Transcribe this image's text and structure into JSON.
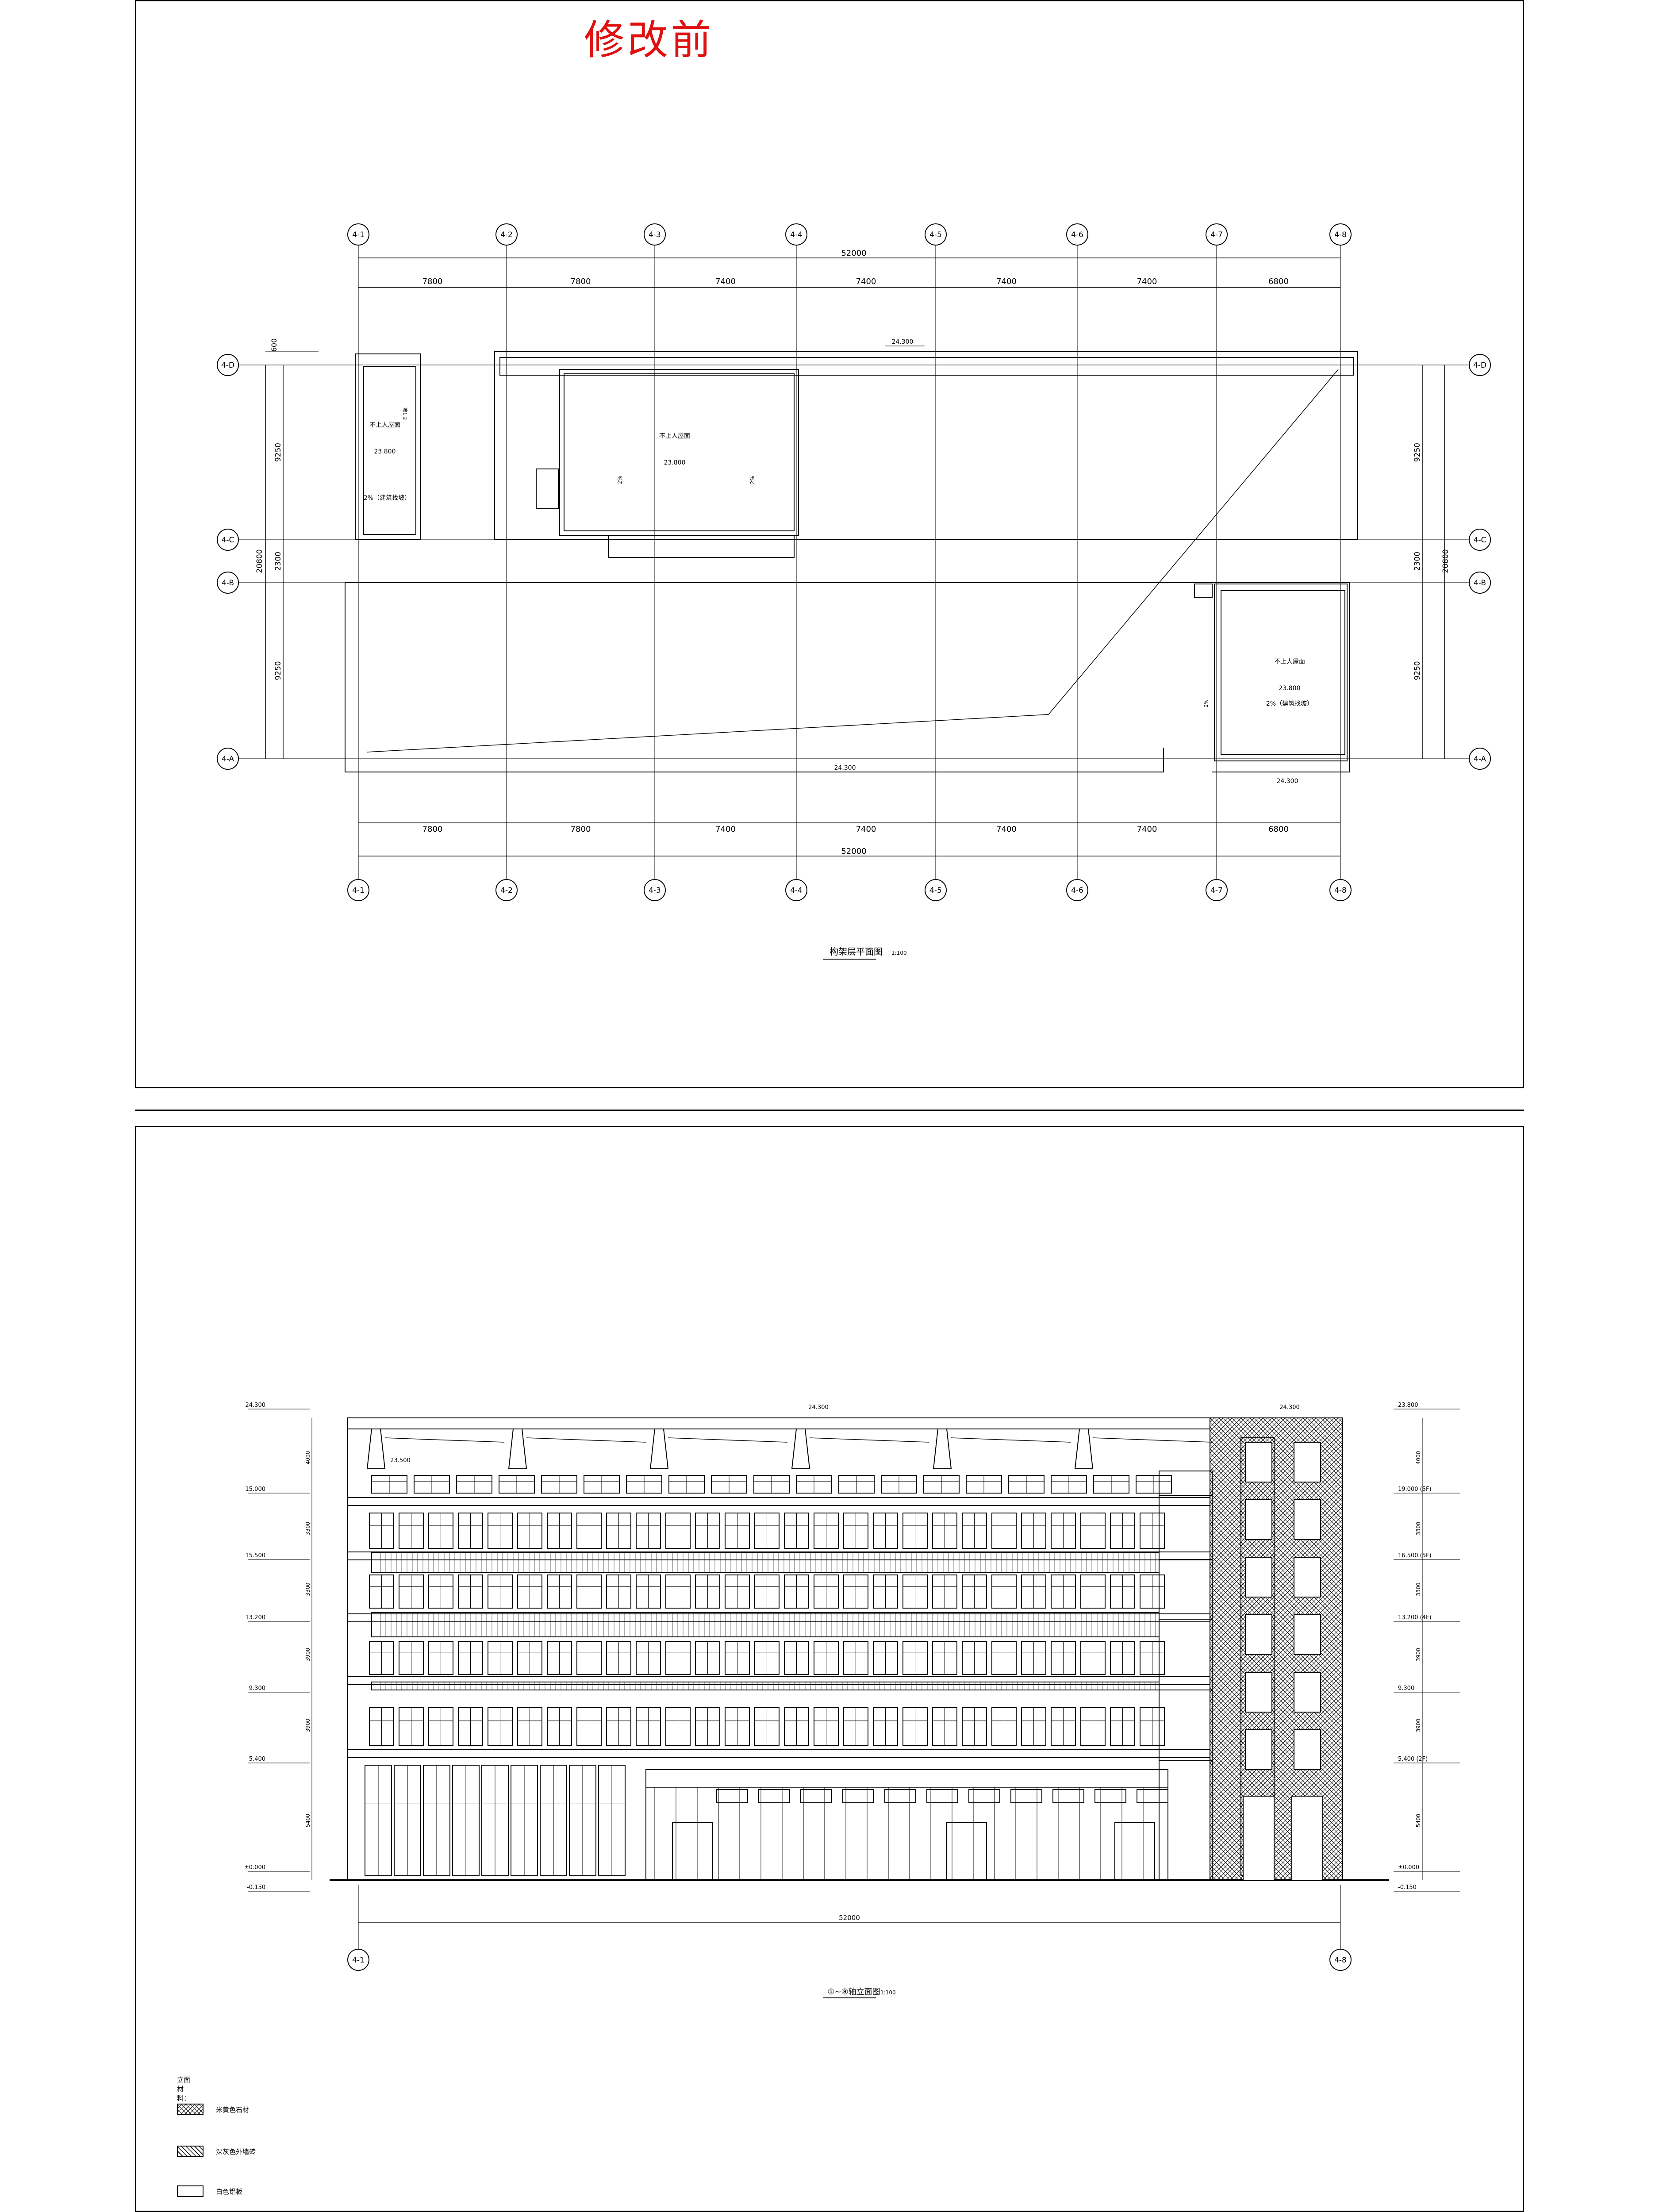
{
  "page_title": "修改前",
  "plan": {
    "title": "构架层平面图",
    "scale": "1:100",
    "axes_x": [
      "4-1",
      "4-2",
      "4-3",
      "4-4",
      "4-5",
      "4-6",
      "4-7",
      "4-8"
    ],
    "axes_y": [
      "4-D",
      "4-C",
      "4-B",
      "4-A"
    ],
    "total_dim": "52000",
    "bay_dims": [
      "7800",
      "7800",
      "7400",
      "7400",
      "7400",
      "7400",
      "6800"
    ],
    "side_dims_inner": [
      "9250",
      "2300",
      "9250"
    ],
    "side_dim_total": "20800",
    "top_offset": "600",
    "elev_top": "24.300",
    "elev_bottom": "24.300",
    "elev_bottom_right": "24.300",
    "room_label": "不上人屋面",
    "room_elev": "23.800",
    "slope": "2%（建筑找坡）",
    "slope_short": "2%",
    "small_note": "坡1:2"
  },
  "elevation": {
    "title": "①~⑧轴立面图",
    "scale": "1:100",
    "total_dim": "52000",
    "axis_left": "4-1",
    "axis_right": "4-8",
    "levels_left": [
      "24.300",
      "15.000",
      "15.500",
      "13.200",
      "9.300",
      "5.400",
      "±0.000",
      "-0.150"
    ],
    "levels_right": [
      "23.800",
      "19.000 (5F)",
      "16.500 (5F)",
      "13.200 (4F)",
      "9.300",
      "5.400 (2F)",
      "±0.000",
      "-0.150"
    ],
    "story_dims": [
      "4000",
      "3300",
      "3300",
      "3900",
      "3900",
      "5400"
    ],
    "elev_marks_top": [
      "24.300",
      "24.300",
      "23.500"
    ]
  },
  "legend": {
    "title": "立面材料：",
    "items": [
      {
        "label": "米黄色石材",
        "pattern": "stone"
      },
      {
        "label": "深灰色外墙砖",
        "pattern": "brick"
      },
      {
        "label": "白色铝板",
        "pattern": "white"
      }
    ]
  }
}
